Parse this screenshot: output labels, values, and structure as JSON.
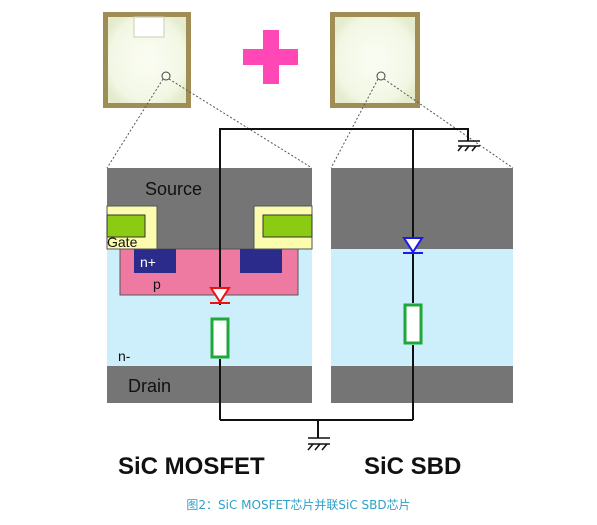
{
  "mosfet": {
    "label_source": "Source",
    "label_gate": "Gate",
    "label_nplus": "n+",
    "label_p": "p",
    "label_nminus": "n-",
    "label_drain": "Drain",
    "title": "SiC MOSFET"
  },
  "sbd": {
    "title": "SiC SBD"
  },
  "caption": "图2：SiC MOSFET芯片并联SiC SBD芯片",
  "colors": {
    "plus_sign": "#ff47b5",
    "mosfet_diode": "#ee1111",
    "sbd_diode": "#1a1aee",
    "resistor": "#1fa83a",
    "drift_region": "#cdeefb",
    "metal": "#757575",
    "p_region": "#ee7aa2",
    "nplus_region": "#2b2b8c",
    "gate_oxide": "#fcfcae",
    "gate_poly": "#8ccb14",
    "chip_frame": "#a08c55"
  }
}
